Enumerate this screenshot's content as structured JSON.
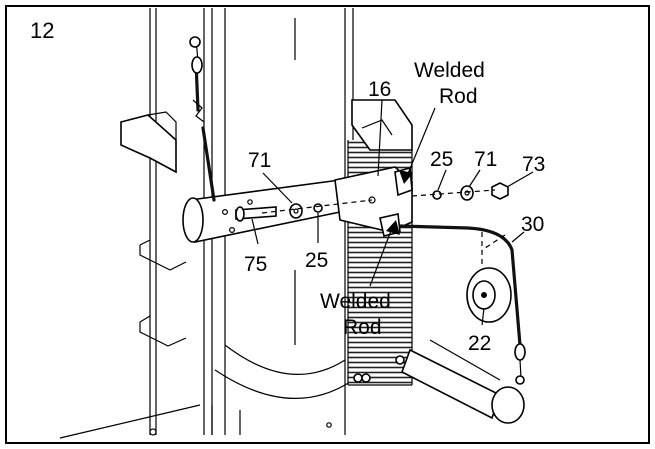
{
  "step_number": "12",
  "callouts": {
    "welded_rod_top_line1": "Welded",
    "welded_rod_top_line2": "Rod",
    "welded_rod_bottom_line1": "Welded",
    "welded_rod_bottom_line2": "Rod",
    "part_16": "16",
    "part_71_left": "71",
    "part_75": "75",
    "part_25_left": "25",
    "part_25_right": "25",
    "part_71_right": "71",
    "part_73": "73",
    "part_30": "30",
    "part_22": "22"
  }
}
